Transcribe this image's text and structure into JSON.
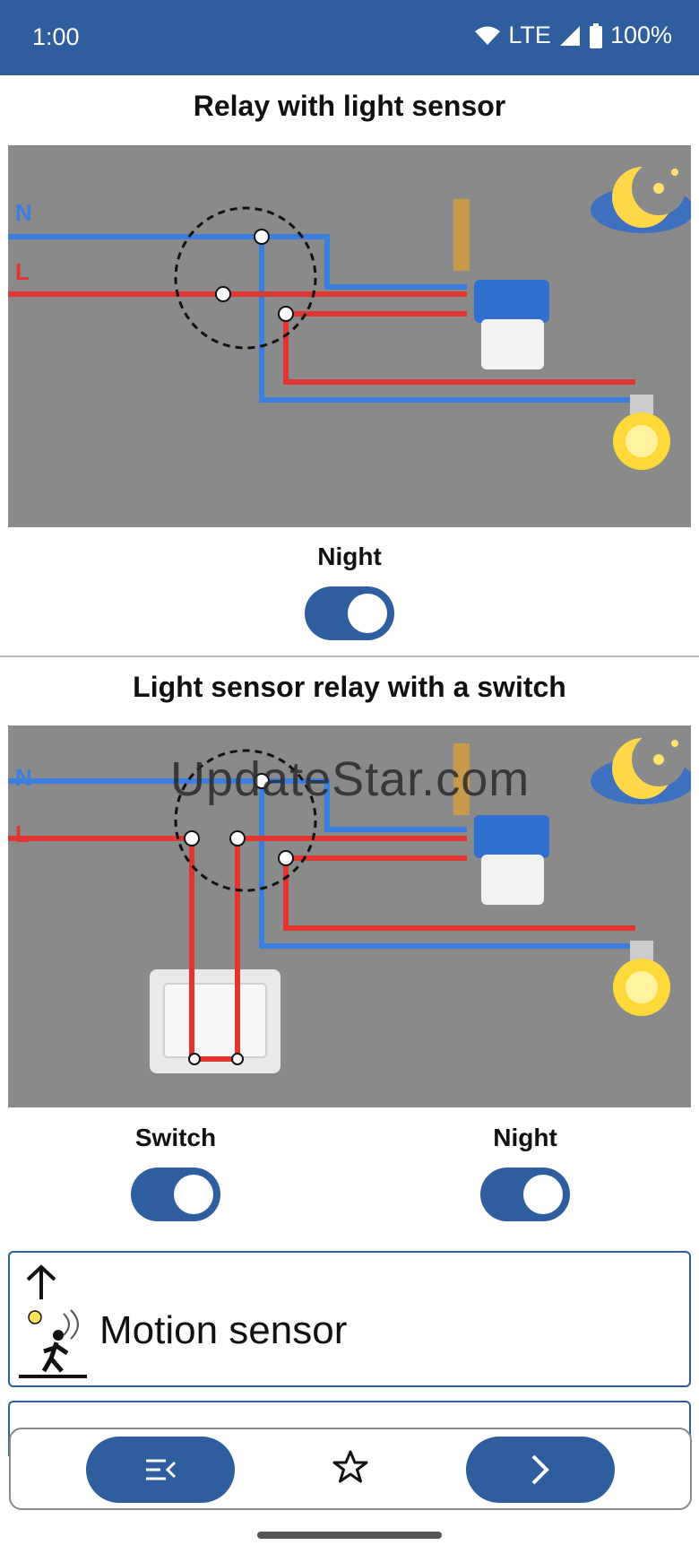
{
  "status": {
    "time": "1:00",
    "network": "LTE",
    "battery": "100%"
  },
  "section1": {
    "title": "Relay with light sensor",
    "diagram": {
      "neutral_label": "N",
      "live_label": "L"
    },
    "toggle": {
      "label": "Night",
      "on": true
    }
  },
  "section2": {
    "title": "Light sensor relay with a switch",
    "diagram": {
      "neutral_label": "N",
      "live_label": "L"
    },
    "toggles": [
      {
        "label": "Switch",
        "on": true
      },
      {
        "label": "Night",
        "on": true
      }
    ]
  },
  "watermark": "UpdateStar.com",
  "menu_items": [
    {
      "label": "Motion sensor"
    }
  ],
  "colors": {
    "accent": "#2e5e9e",
    "neutral_wire": "#3a7ee0",
    "live_wire": "#e0362f",
    "panel_bg": "#8a8a8a"
  },
  "icons": {
    "menu": "list-collapse-icon",
    "favorite": "star-outline-icon",
    "next": "chevron-right-icon"
  }
}
